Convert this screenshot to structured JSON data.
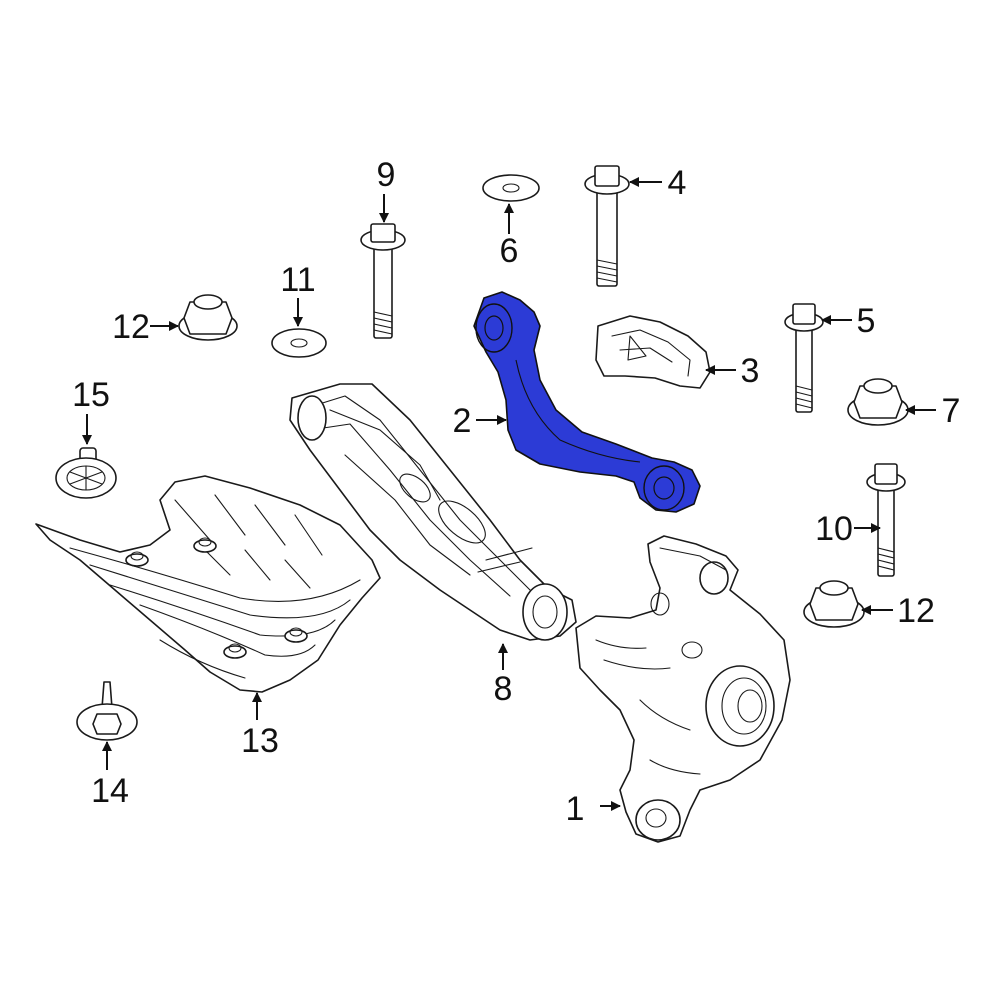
{
  "diagram": {
    "highlight_color": "#2c3bd6",
    "callouts": [
      {
        "id": "1",
        "label": "1"
      },
      {
        "id": "2",
        "label": "2"
      },
      {
        "id": "3",
        "label": "3"
      },
      {
        "id": "4",
        "label": "4"
      },
      {
        "id": "5",
        "label": "5"
      },
      {
        "id": "6",
        "label": "6"
      },
      {
        "id": "7",
        "label": "7"
      },
      {
        "id": "8",
        "label": "8"
      },
      {
        "id": "9",
        "label": "9"
      },
      {
        "id": "10",
        "label": "10"
      },
      {
        "id": "11",
        "label": "11"
      },
      {
        "id": "12a",
        "label": "12"
      },
      {
        "id": "12b",
        "label": "12"
      },
      {
        "id": "13",
        "label": "13"
      },
      {
        "id": "14",
        "label": "14"
      },
      {
        "id": "15",
        "label": "15"
      }
    ]
  }
}
